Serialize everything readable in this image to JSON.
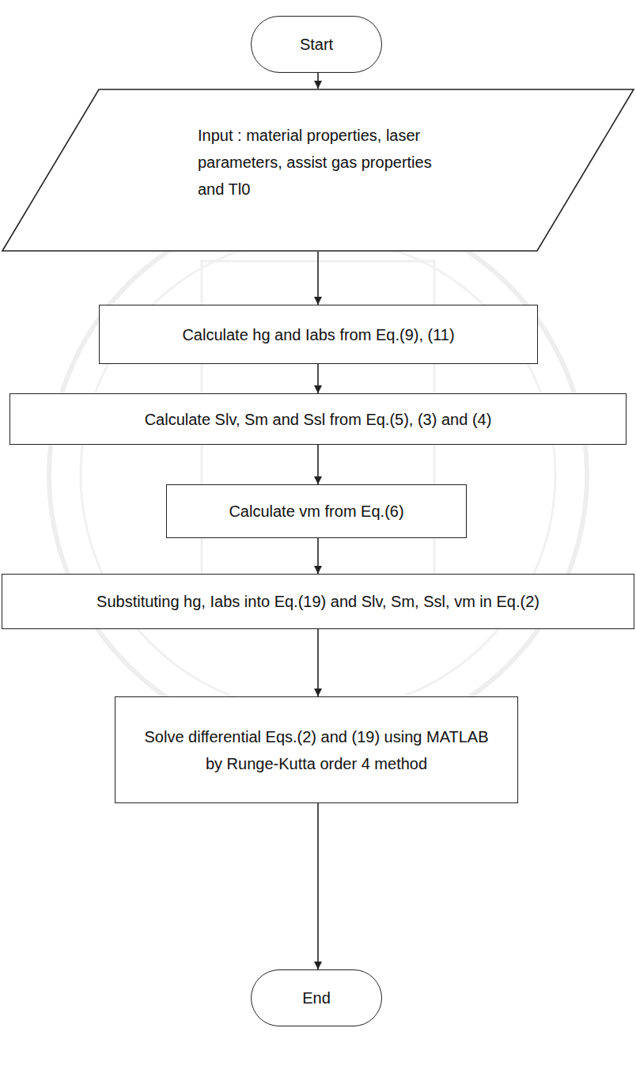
{
  "diagram": {
    "nodes": [
      {
        "text": [
          "Start"
        ]
      },
      {
        "text": [
          "Input : material properties, laser parameters, assist gas properties and Tl0"
        ]
      },
      {
        "text": [
          "Calculate hg and Iabs from Eq.(9), (11)"
        ]
      },
      {
        "text": [
          "Calculate Slv, Sm and Ssl from Eq.(5), (3) and (4)"
        ]
      },
      {
        "text": [
          "Calculate vm from Eq.(6)"
        ]
      },
      {
        "text": [
          "Substituting hg, Iabs into Eq.(19) and Slv, Sm, Ssl, vm in Eq.(2)"
        ]
      },
      {
        "text": [
          "Solve differential Eqs.(2) and (19) using MATLAB by Runge-Kutta order 4 method"
        ]
      },
      {
        "text": [
          "End"
        ]
      }
    ],
    "edges": [
      {
        "from": 0,
        "to": 1,
        "arrow": "to"
      },
      {
        "from": 1,
        "to": 2,
        "arrow": "to"
      },
      {
        "from": 2,
        "to": 3,
        "arrow": "to"
      },
      {
        "from": 3,
        "to": 4,
        "arrow": "to"
      },
      {
        "from": 4,
        "to": 5,
        "arrow": "to"
      },
      {
        "from": 5,
        "to": 6,
        "arrow": "to"
      },
      {
        "from": 6,
        "to": 7,
        "arrow": "to"
      }
    ]
  }
}
